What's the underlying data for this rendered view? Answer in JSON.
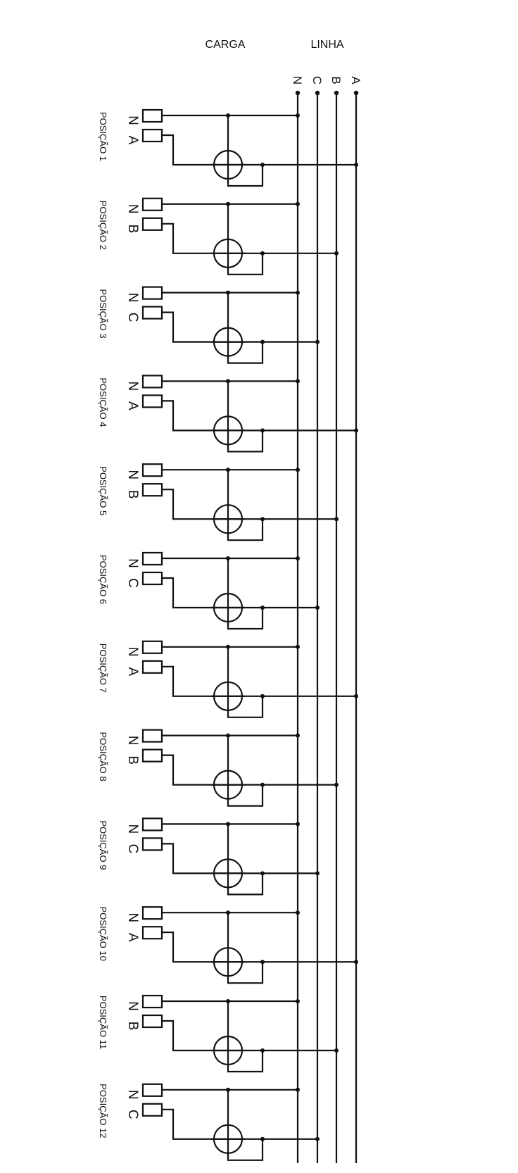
{
  "header": {
    "carga": "CARGA",
    "linha": "LINHA"
  },
  "buses": [
    {
      "label": "N"
    },
    {
      "label": "C"
    },
    {
      "label": "B"
    },
    {
      "label": "A"
    }
  ],
  "positions": [
    {
      "label": "POSIÇÃO 1",
      "neutral": "N",
      "phase": "A"
    },
    {
      "label": "POSIÇÃO 2",
      "neutral": "N",
      "phase": "B"
    },
    {
      "label": "POSIÇÃO 3",
      "neutral": "N",
      "phase": "C"
    },
    {
      "label": "POSIÇÃO 4",
      "neutral": "N",
      "phase": "A"
    },
    {
      "label": "POSIÇÃO 5",
      "neutral": "N",
      "phase": "B"
    },
    {
      "label": "POSIÇÃO 6",
      "neutral": "N",
      "phase": "C"
    },
    {
      "label": "POSIÇÃO 7",
      "neutral": "N",
      "phase": "A"
    },
    {
      "label": "POSIÇÃO 8",
      "neutral": "N",
      "phase": "B"
    },
    {
      "label": "POSIÇÃO 9",
      "neutral": "N",
      "phase": "C"
    },
    {
      "label": "POSIÇÃO 10",
      "neutral": "N",
      "phase": "A"
    },
    {
      "label": "POSIÇÃO 11",
      "neutral": "N",
      "phase": "B"
    },
    {
      "label": "POSIÇÃO 12",
      "neutral": "N",
      "phase": "C"
    }
  ]
}
